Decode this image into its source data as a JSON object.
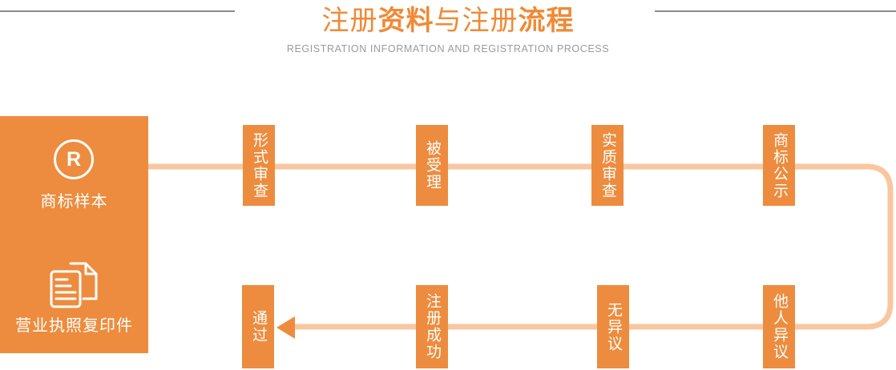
{
  "colors": {
    "orange": "#ED8C3E",
    "title_orange": "#EF8A35",
    "connector": "#F8C7A0",
    "arrow": "#EE8C3D",
    "gray_line": "#8A8A8A",
    "subtitle_gray": "#9B9B9B"
  },
  "header": {
    "title_segments": [
      {
        "text": "注册",
        "bold": false
      },
      {
        "text": "资料",
        "bold": true
      },
      {
        "text": "与注册",
        "bold": false
      },
      {
        "text": "流程",
        "bold": true
      }
    ],
    "subtitle": "REGISTRATION INFORMATION AND REGISTRATION PROCESS"
  },
  "materials_panel": {
    "r_symbol": "R",
    "item1_label": "商标样本",
    "item2_label": "营业执照复印件"
  },
  "flow": {
    "top_steps": [
      "形式审查",
      "被受理",
      "实质审查",
      "商标公示"
    ],
    "bottom_steps": [
      "他人异议",
      "无异议",
      "注册成功",
      "通过"
    ]
  }
}
